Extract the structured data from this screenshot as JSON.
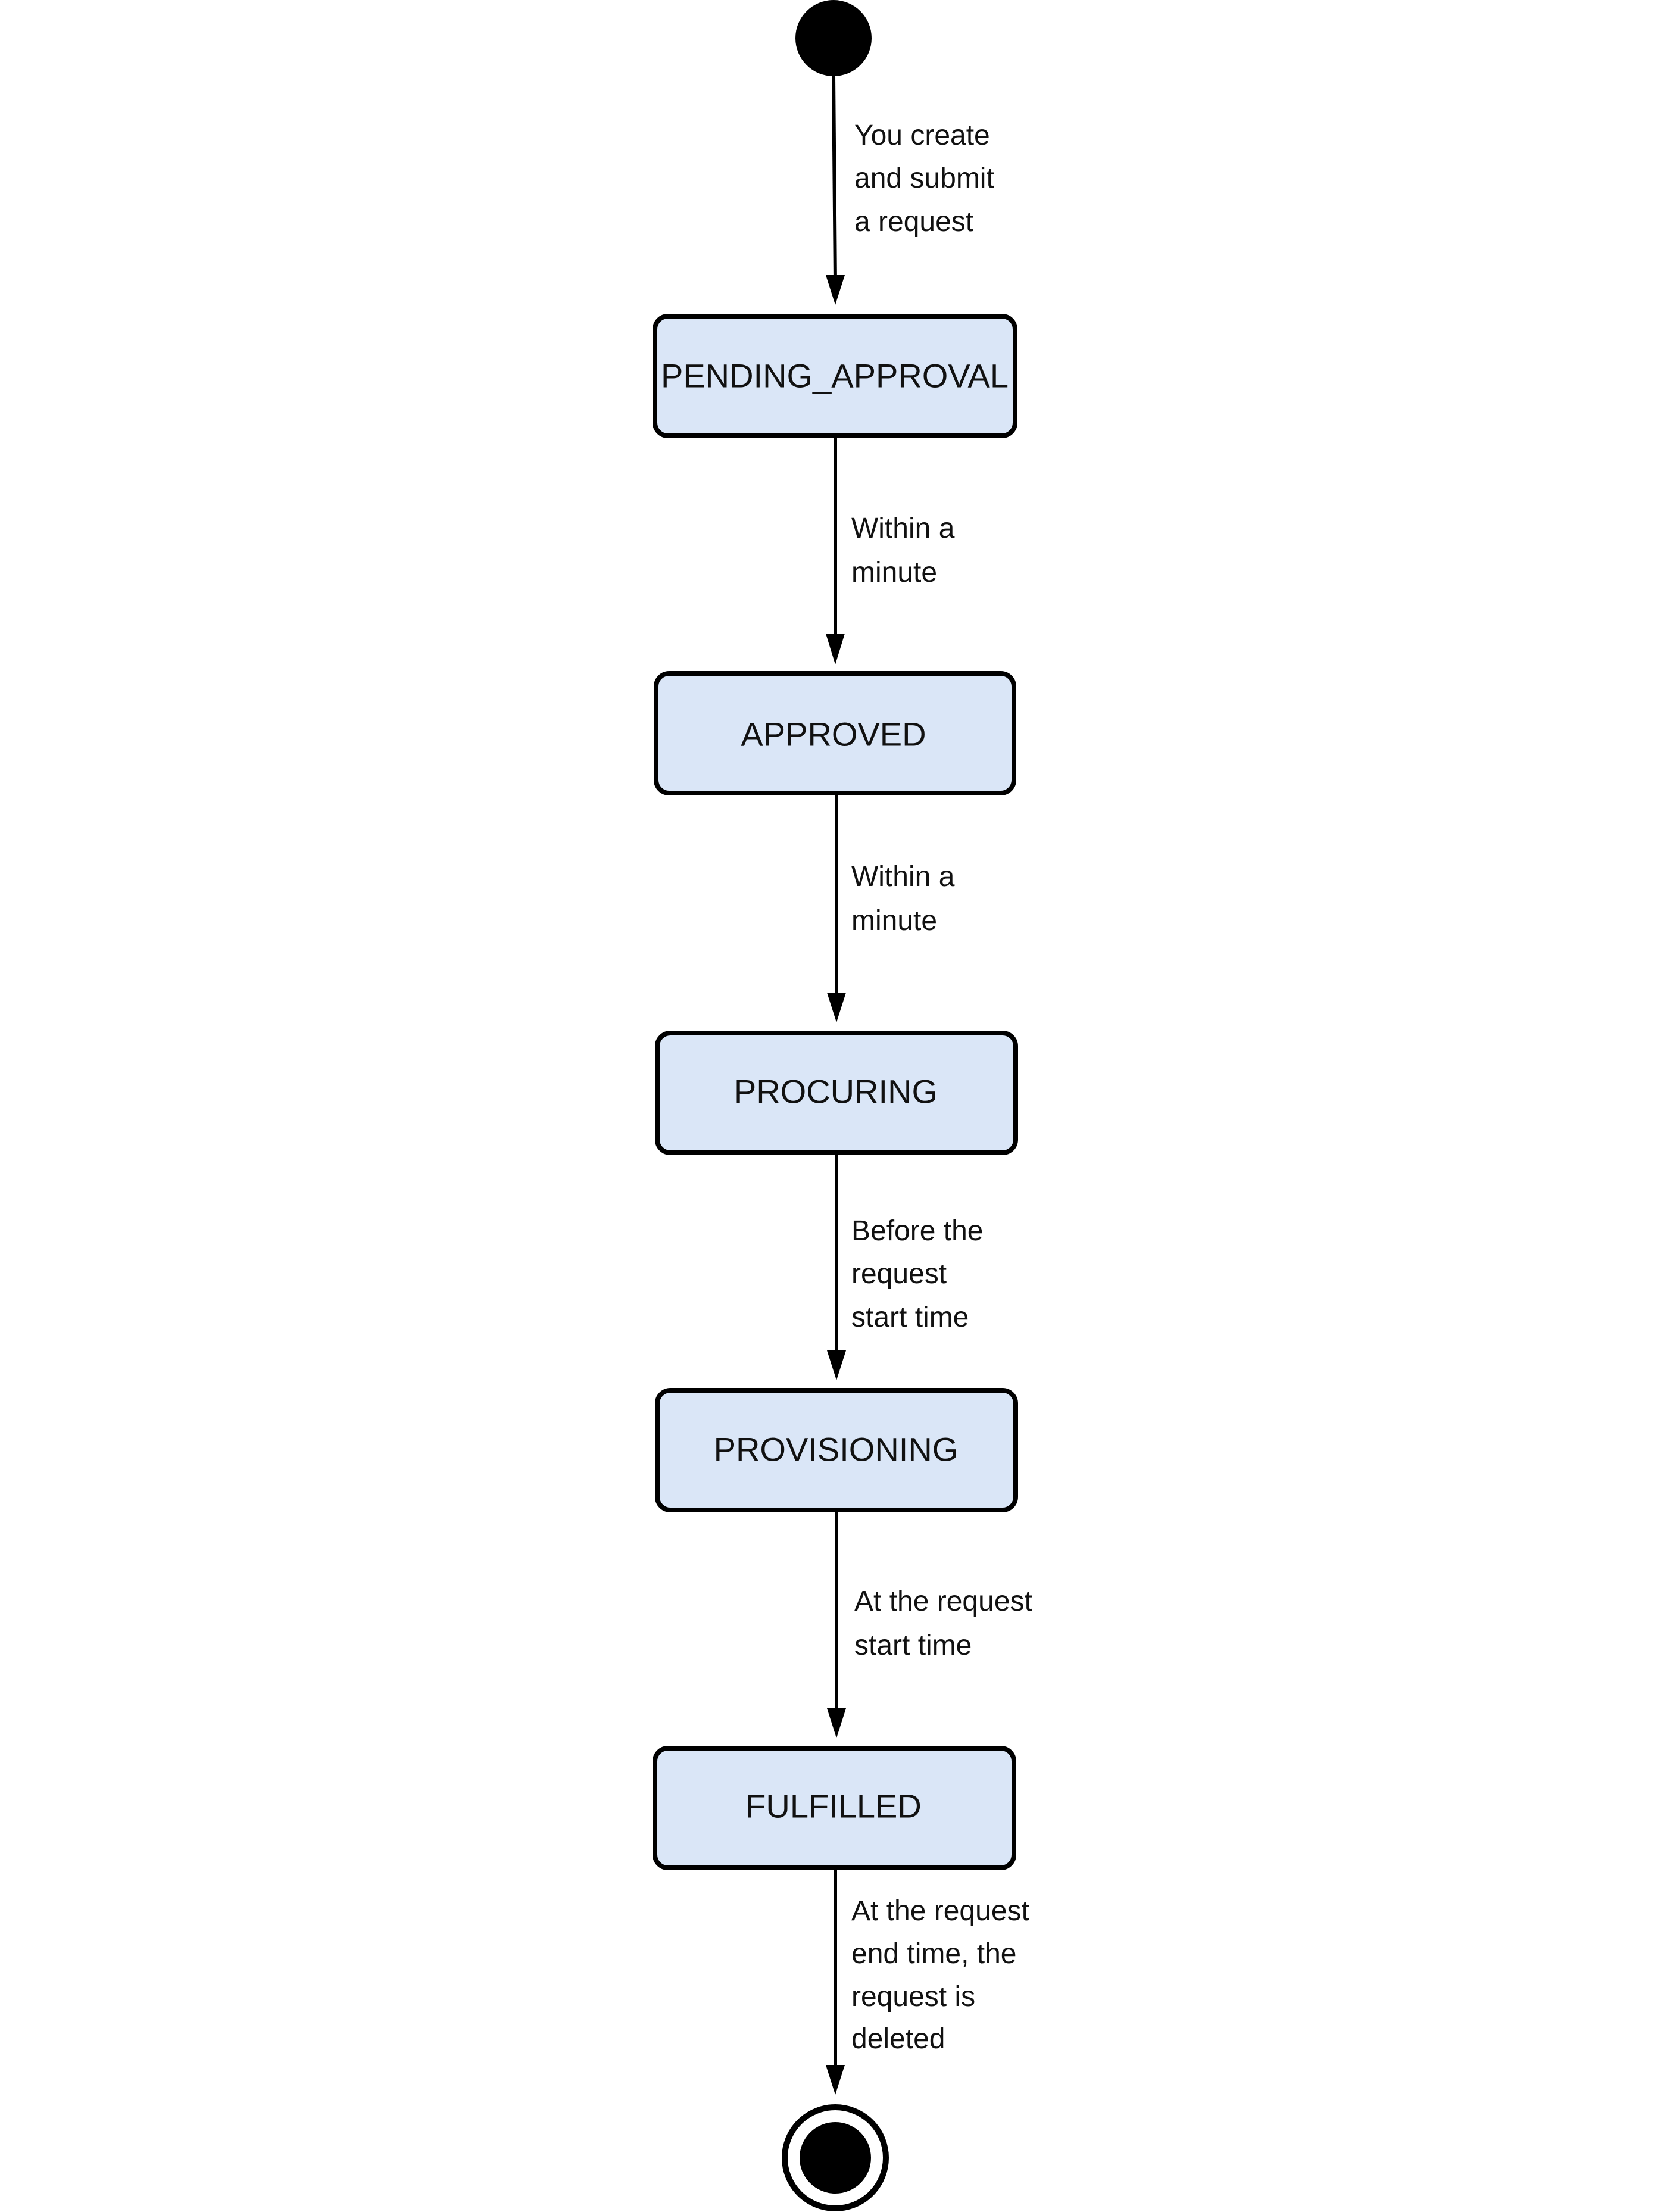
{
  "diagram": {
    "type": "state-machine",
    "colors": {
      "state_fill": "#dae6f7",
      "stroke": "#000000",
      "text": "#111111",
      "background": "#ffffff"
    },
    "states": [
      {
        "id": "pending_approval",
        "label": "PENDING_APPROVAL"
      },
      {
        "id": "approved",
        "label": "APPROVED"
      },
      {
        "id": "procuring",
        "label": "PROCURING"
      },
      {
        "id": "provisioning",
        "label": "PROVISIONING"
      },
      {
        "id": "fulfilled",
        "label": "FULFILLED"
      }
    ],
    "transitions": [
      {
        "from": "start",
        "to": "pending_approval",
        "label_lines": [
          "You create",
          "and submit",
          "a request"
        ]
      },
      {
        "from": "pending_approval",
        "to": "approved",
        "label_lines": [
          "Within a",
          "minute"
        ]
      },
      {
        "from": "approved",
        "to": "procuring",
        "label_lines": [
          "Within a",
          "minute"
        ]
      },
      {
        "from": "procuring",
        "to": "provisioning",
        "label_lines": [
          "Before the",
          "request",
          "start time"
        ]
      },
      {
        "from": "provisioning",
        "to": "fulfilled",
        "label_lines": [
          "At the request",
          "start time"
        ]
      },
      {
        "from": "fulfilled",
        "to": "end",
        "label_lines": [
          "At the request",
          "end time, the",
          "request is",
          "deleted"
        ]
      }
    ]
  }
}
